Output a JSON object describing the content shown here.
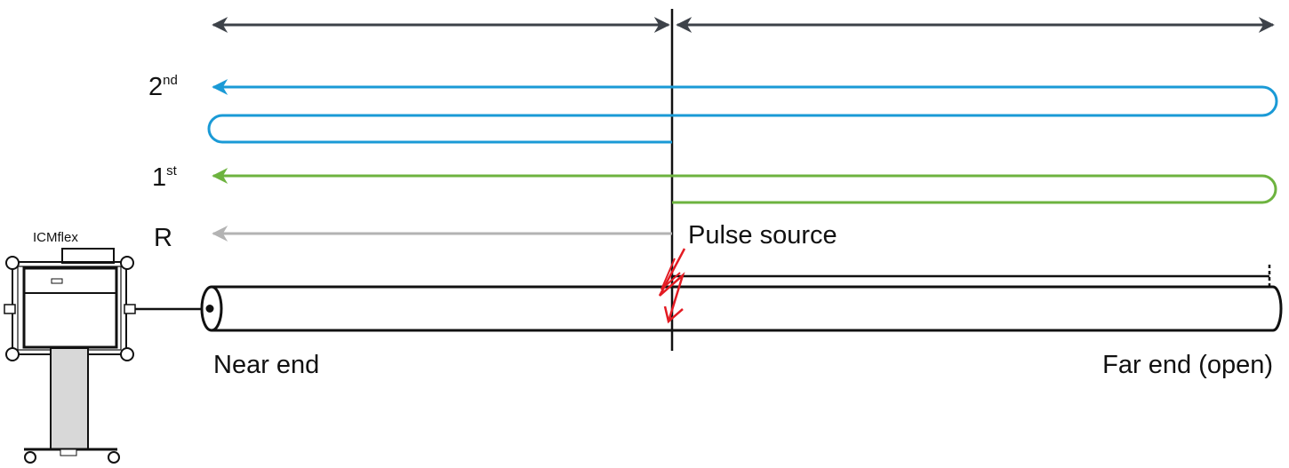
{
  "labels": {
    "reflection_2nd": {
      "base": "2",
      "sup": "nd"
    },
    "reflection_1st": {
      "base": "1",
      "sup": "st"
    },
    "reflection_r": "R",
    "pulse_source": "Pulse source",
    "near_end": "Near end",
    "far_end": "Far end (open)",
    "device_name": "ICMflex"
  },
  "colors": {
    "second_reflection": "#1a9ad6",
    "first_reflection": "#6db33f",
    "r_reflection": "#b3b3b3",
    "pulse": "#e31b23",
    "dimension_arrow": "#3d4249",
    "line": "#111111",
    "device_column": "#d8d8d8"
  },
  "icons": {
    "pulse": "lightning-bolt-icon",
    "device": "test-van-icon"
  }
}
